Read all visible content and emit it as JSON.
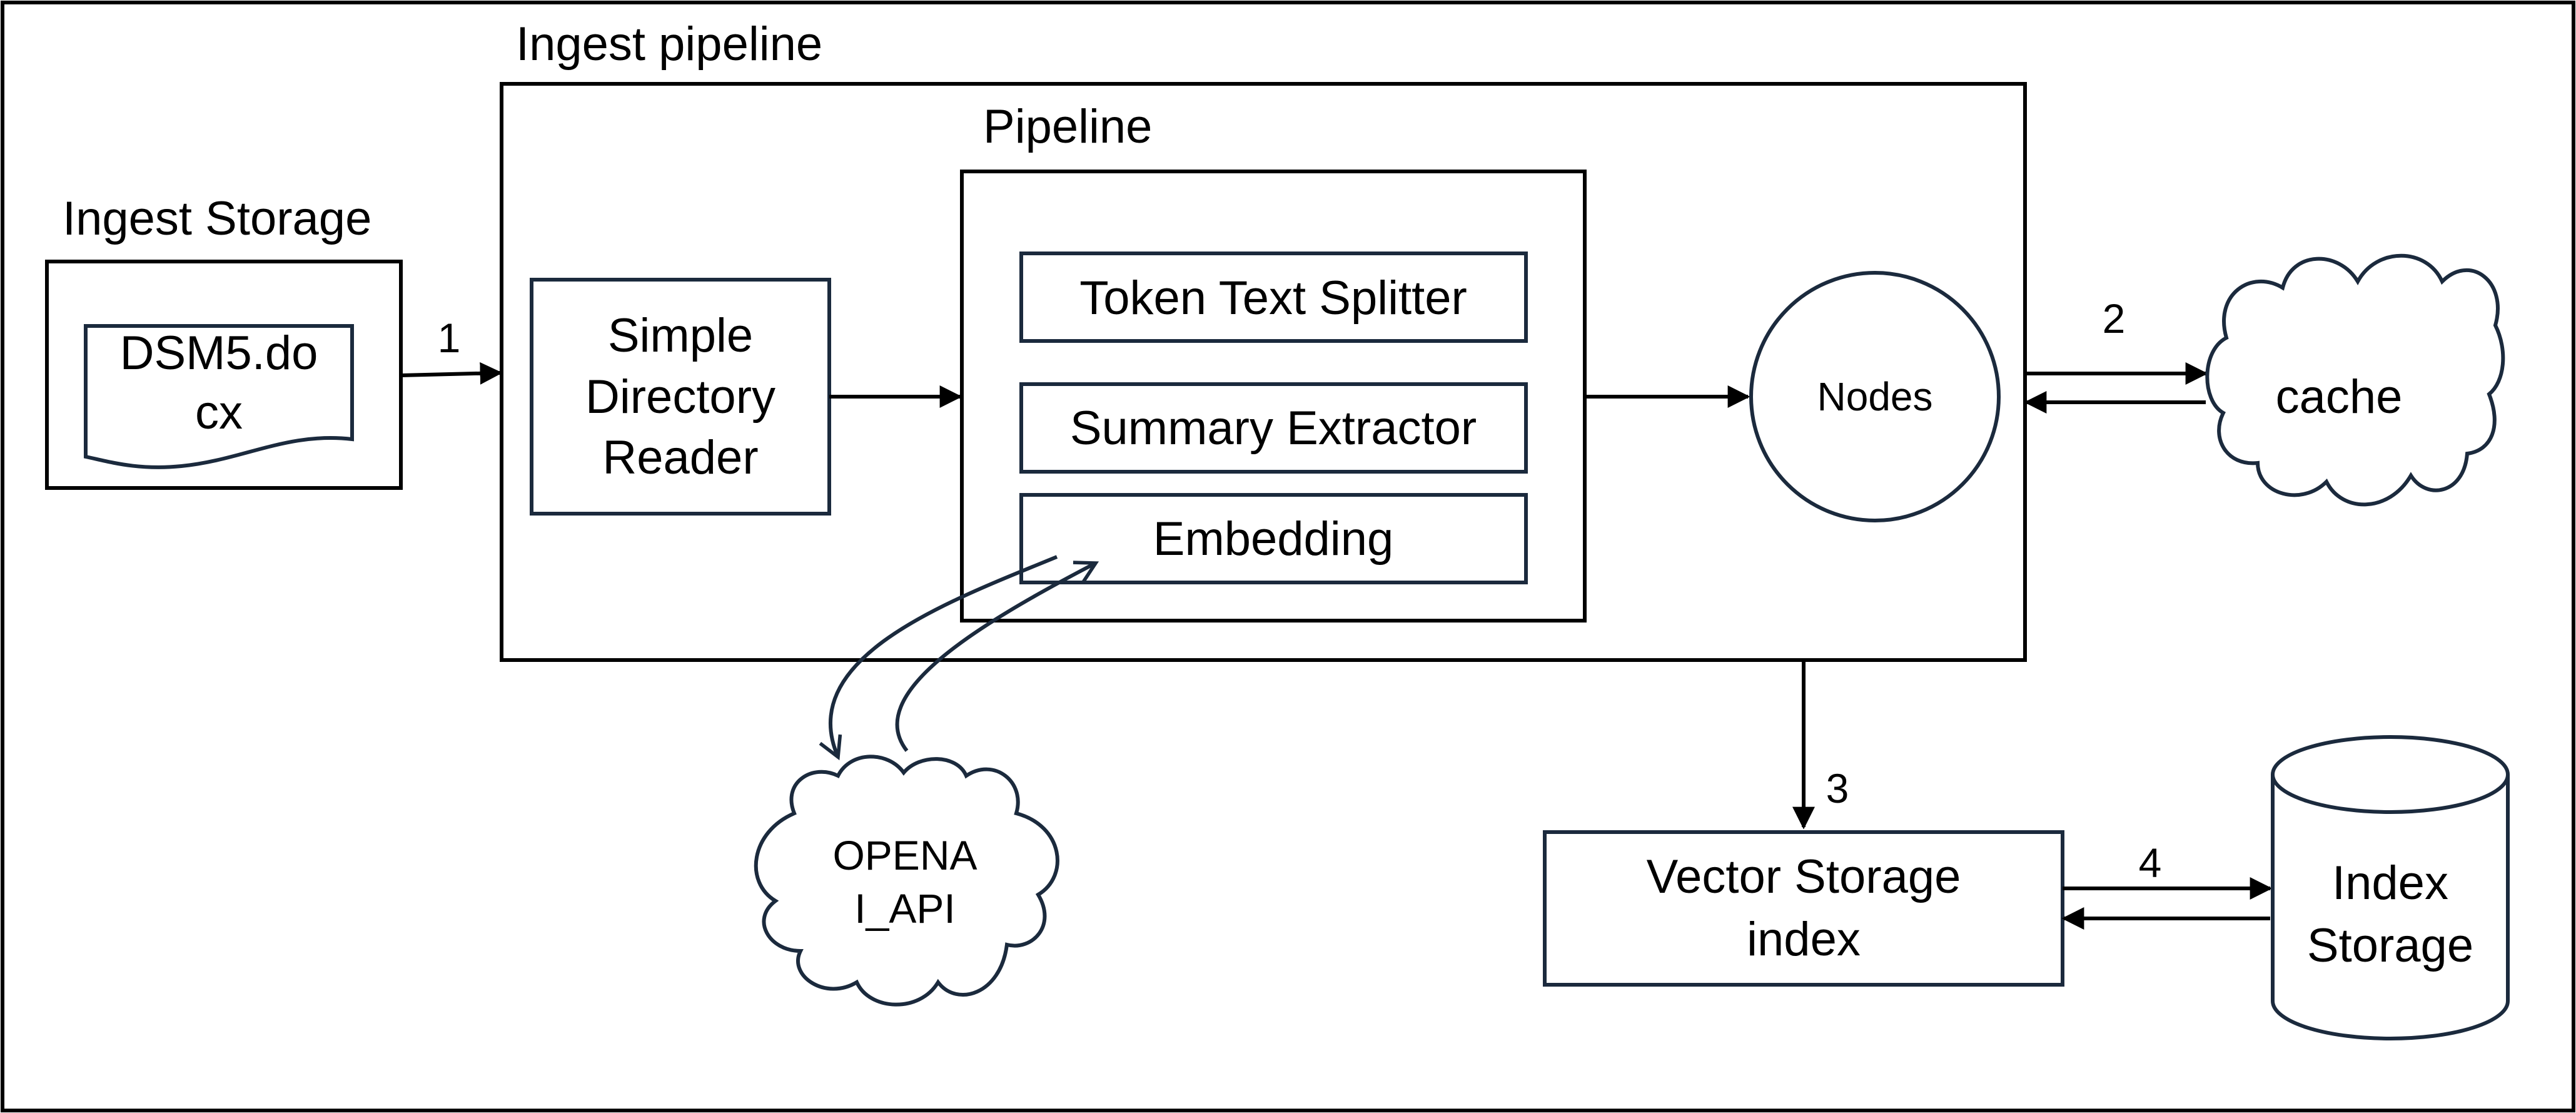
{
  "ingest_storage": {
    "title": "Ingest Storage",
    "document_line1": "DSM5.do",
    "document_line2": "cx"
  },
  "ingest_pipeline": {
    "title": "Ingest pipeline",
    "reader_line1": "Simple",
    "reader_line2": "Directory",
    "reader_line3": "Reader",
    "pipeline": {
      "title": "Pipeline",
      "steps": [
        "Token Text Splitter",
        "Summary Extractor",
        "Embedding"
      ]
    },
    "nodes_label": "Nodes"
  },
  "cache_label": "cache",
  "openai_line1": "OPENA",
  "openai_line2": "I_API",
  "vector_line1": "Vector Storage",
  "vector_line2": "index",
  "index_storage_line1": "Index",
  "index_storage_line2": "Storage",
  "step_numbers": [
    "1",
    "2",
    "3",
    "4"
  ],
  "colors": {
    "box_stroke": "#1b2a3d",
    "frame_stroke": "#000000",
    "text": "#000000"
  }
}
